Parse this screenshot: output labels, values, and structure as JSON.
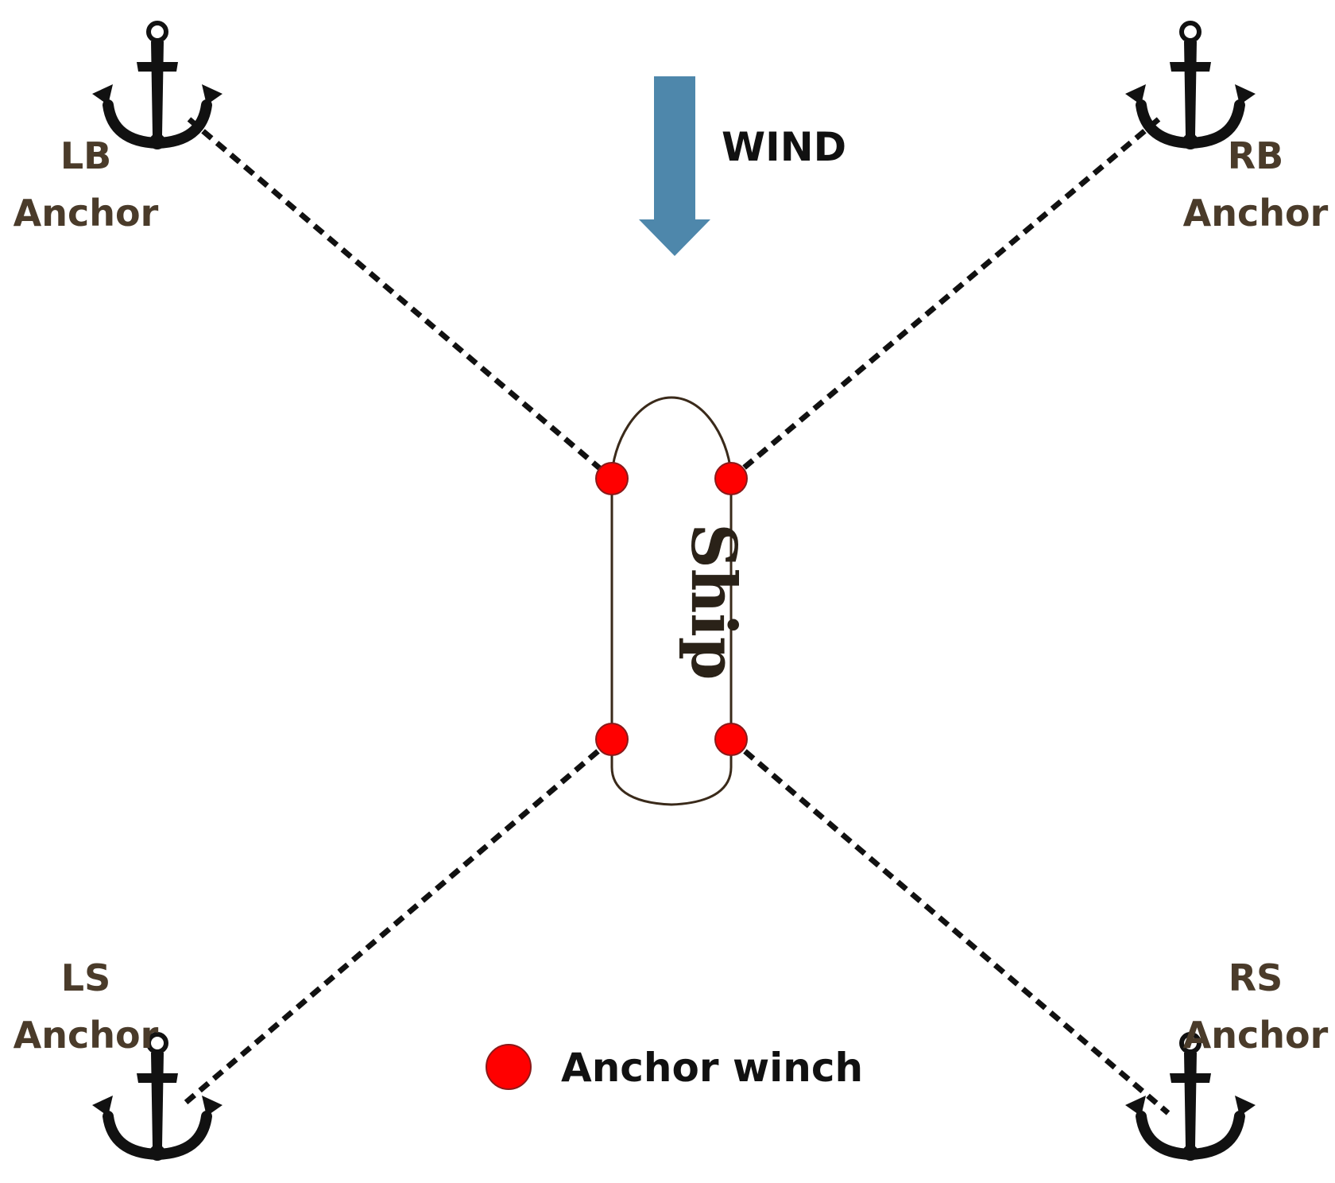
{
  "wind": {
    "label": "WIND",
    "arrow_color": "#4e87ab"
  },
  "ship": {
    "label": "Ship",
    "outline_color": "#3a2a1a"
  },
  "anchors": [
    {
      "id": "lb",
      "line1": "LB",
      "line2": "Anchor",
      "icon": "anchor-icon"
    },
    {
      "id": "rb",
      "line1": "RB",
      "line2": "Anchor",
      "icon": "anchor-icon"
    },
    {
      "id": "ls",
      "line1": "LS",
      "line2": "Anchor",
      "icon": "anchor-icon"
    },
    {
      "id": "rs",
      "line1": "RS",
      "line2": "Anchor",
      "icon": "anchor-icon"
    }
  ],
  "winch_color": "#ff0000",
  "legend": {
    "label": "Anchor winch"
  }
}
